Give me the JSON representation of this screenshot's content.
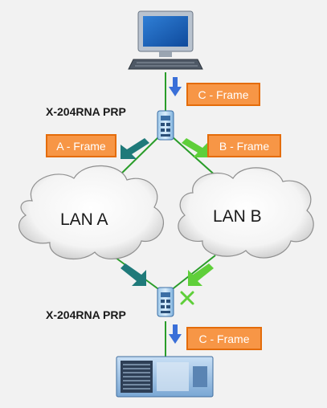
{
  "devices": {
    "top_switch_label": "X-204RNA PRP",
    "bottom_switch_label": "X-204RNA PRP",
    "top_endpoint": "computer-icon",
    "bottom_endpoint": "server-icon"
  },
  "frames": {
    "top_c_frame": "C - Frame",
    "a_frame": "A - Frame",
    "b_frame": "B - Frame",
    "bottom_c_frame": "C - Frame"
  },
  "networks": {
    "lan_a": "LAN A",
    "lan_b": "LAN B"
  },
  "colors": {
    "link": "#2a9d2a",
    "frame_fill": "#f79646",
    "frame_border": "#e46c0a",
    "c_arrow": "#3a6fd8",
    "a_arrow": "#1f7a7a",
    "b_arrow": "#5fcf3a",
    "discard_mark": "#5fcf3a"
  },
  "annotations": {
    "duplicate_discarded": true
  }
}
